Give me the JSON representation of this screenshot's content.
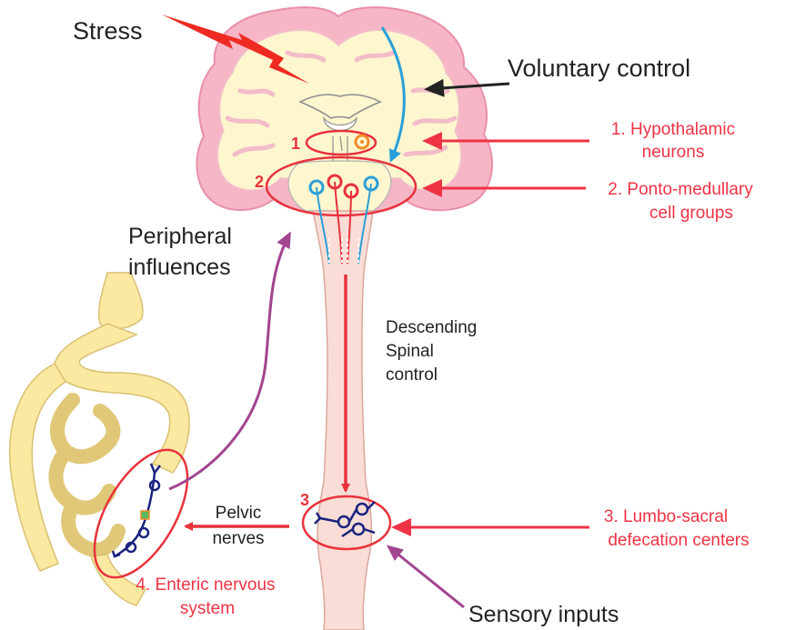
{
  "labels": {
    "stress": "Stress",
    "voluntary_control": "Voluntary control",
    "peripheral_line1": "Peripheral",
    "peripheral_line2": "influences",
    "descending_line1": "Descending",
    "descending_line2": "Spinal",
    "descending_line3": "control",
    "pelvic_line1": "Pelvic",
    "pelvic_line2": "nerves",
    "sensory_inputs": "Sensory inputs",
    "hypothalamic_line1": "1. Hypothalamic",
    "hypothalamic_line2": "neurons",
    "ponto_line1": "2. Ponto-medullary",
    "ponto_line2": "cell groups",
    "lumbo_line1": "3. Lumbo-sacral",
    "lumbo_line2": "defecation centers",
    "enteric_line1": "4. Enteric nervous",
    "enteric_line2": "system"
  },
  "markers": {
    "m1": "1",
    "m2": "2",
    "m3": "3"
  },
  "colors": {
    "cortex_pink": "#f6b6c6",
    "white_matter": "#fdf6cf",
    "spinal_cord": "#f9ddd6",
    "intestine": "#fbe9a2",
    "highlight_red": "#e8323c",
    "label_red": "#ee3344",
    "neuron_blue": "#2a9fd8",
    "enteric_navy": "#1a237e",
    "purple_arrow": "#a2458f",
    "stress_red": "#ee2a22",
    "voluntary_dark": "#222222"
  }
}
